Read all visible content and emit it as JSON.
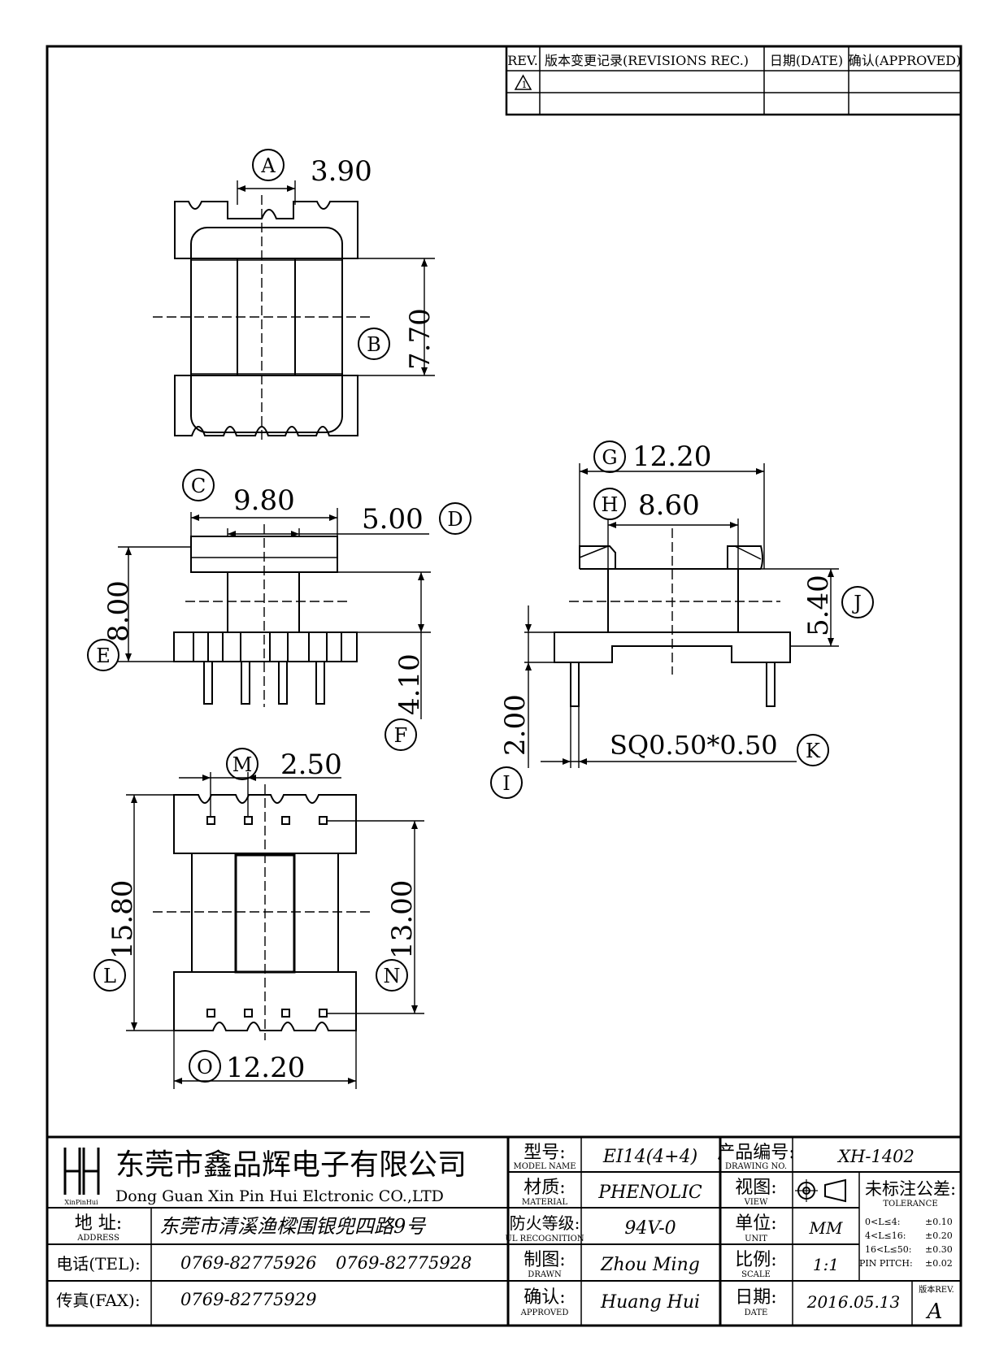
{
  "revision_table": {
    "headers": {
      "rev": "REV.",
      "record": "版本变更记录(REVISIONS REC.)",
      "date": "日期(DATE)",
      "approved": "确认(APPROVED)"
    },
    "row1_rev": "1"
  },
  "dimensions": {
    "A": {
      "letter": "A",
      "value": "3.90"
    },
    "B": {
      "letter": "B",
      "value": "7.70"
    },
    "C": {
      "letter": "C",
      "value": "9.80"
    },
    "D": {
      "letter": "D",
      "value": "5.00"
    },
    "E": {
      "letter": "E",
      "value": "8.00"
    },
    "F": {
      "letter": "F",
      "value": "4.10"
    },
    "G": {
      "letter": "G",
      "value": "12.20"
    },
    "H": {
      "letter": "H",
      "value": "8.60"
    },
    "I": {
      "letter": "I",
      "value": "2.00"
    },
    "J": {
      "letter": "J",
      "value": "5.40"
    },
    "K": {
      "letter": "K",
      "value": "SQ0.50*0.50"
    },
    "L": {
      "letter": "L",
      "value": "15.80"
    },
    "M": {
      "letter": "M",
      "value": "2.50"
    },
    "N": {
      "letter": "N",
      "value": "13.00"
    },
    "O": {
      "letter": "O",
      "value": "12.20"
    }
  },
  "title_block": {
    "company_cn": "东莞市鑫品辉电子有限公司",
    "company_en": "Dong Guan Xin Pin Hui Elctronic CO.,LTD",
    "logo_text": "XinPinHui",
    "address_label": "地 址:",
    "address_label_en": "ADDRESS",
    "address": "东莞市清溪渔樑围银兜四路9号",
    "tel_label": "电话(TEL):",
    "tel1": "0769-82775926",
    "tel2": "0769-82775928",
    "fax_label": "传真(FAX):",
    "fax": "0769-82775929",
    "model_label": "型号:",
    "model_label_en": "MODEL NAME",
    "model": "EI14(4+4)",
    "material_label": "材质:",
    "material_label_en": "MATERIAL",
    "material": "PHENOLIC",
    "flame_label": "防火等级:",
    "flame_label_en": "UL RECOGNITION",
    "flame": "94V-0",
    "drawn_label": "制图:",
    "drawn_label_en": "DRAWN",
    "drawn": "Zhou Ming",
    "approved_label": "确认:",
    "approved_label_en": "APPROVED",
    "approved": "Huang Hui",
    "drawing_no_label": "产品编号:",
    "drawing_no_label_en": "DRAWING NO.",
    "drawing_no": "XH-1402",
    "view_label": "视图:",
    "view_label_en": "VIEW",
    "unit_label": "单位:",
    "unit_label_en": "UNIT",
    "unit": "MM",
    "scale_label": "比例:",
    "scale_label_en": "SCALE",
    "scale": "1:1",
    "date_label": "日期:",
    "date_label_en": "DATE",
    "date": "2016.05.13",
    "tolerance_label": "未标注公差:",
    "tolerance_label_en": "TOLERANCE",
    "tolerances": [
      {
        "range": "0<L≤4:",
        "value": "±0.10"
      },
      {
        "range": "4<L≤16:",
        "value": "±0.20"
      },
      {
        "range": "16<L≤50:",
        "value": "±0.30"
      },
      {
        "range": "PIN PITCH:",
        "value": "±0.02"
      }
    ],
    "rev_label": "版本REV.",
    "rev": "A"
  }
}
